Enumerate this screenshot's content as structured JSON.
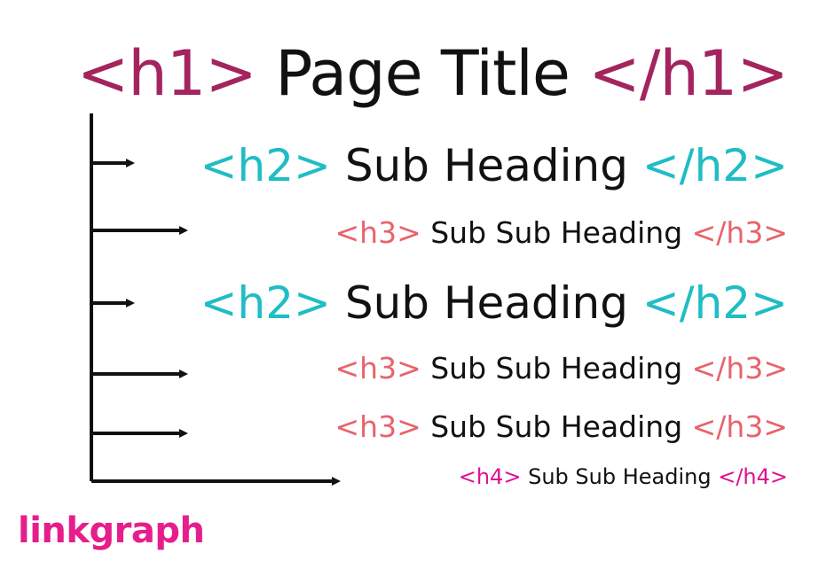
{
  "colors": {
    "h1_tag": "#a3245e",
    "h2_tag": "#1fbdc4",
    "h3_tag": "#e8636b",
    "h4_tag": "#e0108f",
    "text": "#111111",
    "arrow": "#111111",
    "logo": "#e61e8c"
  },
  "headings": [
    {
      "level": "h1",
      "open_tag": "<h1>",
      "text": "Page Title",
      "close_tag": "</h1>"
    },
    {
      "level": "h2",
      "open_tag": "<h2>",
      "text": "Sub Heading",
      "close_tag": "</h2>"
    },
    {
      "level": "h3",
      "open_tag": "<h3>",
      "text": "Sub Sub Heading",
      "close_tag": "</h3>"
    },
    {
      "level": "h2",
      "open_tag": "<h2>",
      "text": "Sub Heading",
      "close_tag": "</h2>"
    },
    {
      "level": "h3",
      "open_tag": "<h3>",
      "text": "Sub Sub Heading",
      "close_tag": "</h3>"
    },
    {
      "level": "h3",
      "open_tag": "<h3>",
      "text": "Sub Sub Heading",
      "close_tag": "</h3>"
    },
    {
      "level": "h4",
      "open_tag": "<h4>",
      "text": "Sub Sub Heading",
      "close_tag": "</h4>"
    }
  ],
  "logo": {
    "text": "linkgraph"
  }
}
